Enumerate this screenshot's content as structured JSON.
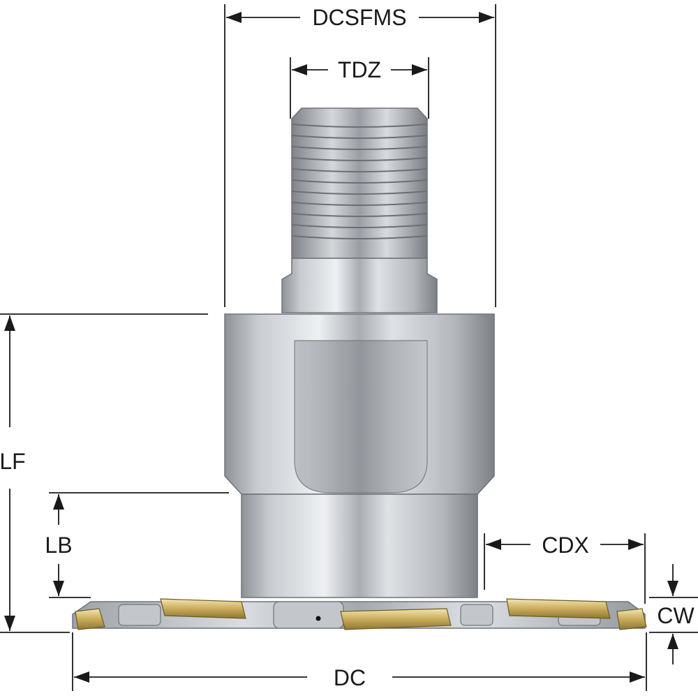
{
  "dimensions": {
    "dcsfms": "DCSFMS",
    "tdz": "TDZ",
    "lf": "LF",
    "lb": "LB",
    "cdx": "CDX",
    "cw": "CW",
    "dc": "DC"
  }
}
